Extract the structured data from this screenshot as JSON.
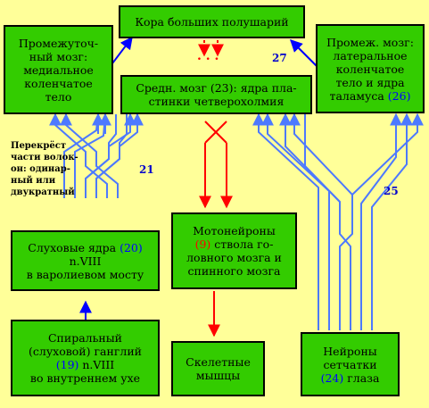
{
  "boxes": {
    "cortex": "Кора больших полушарий",
    "left_top": [
      "Промежуточ-",
      "ный мозг:",
      "медиальное",
      "коленчатое",
      "тело"
    ],
    "right_top": {
      "lines": [
        "Промеж. мозг:",
        "латеральное",
        "коленчатое",
        "тело и ядра"
      ],
      "last_prefix": "таламуса ",
      "num": "(26)"
    },
    "midbrain": [
      "Средн. мозг (23): ядра пла-",
      "стинки четверохолмия"
    ],
    "auditory_nuclei": {
      "line1_prefix": "Слуховые ядра ",
      "line1_num": "(20)",
      "line2": "n.VIII",
      "line3": "в варолиевом мосту"
    },
    "motoneurons": {
      "line1": "Мотонейроны",
      "line2_num": "(9)",
      "line2_rest": " ствола го-",
      "line3": "ловного мозга и",
      "line4": "спинного мозга"
    },
    "spiral_ganglion": {
      "line1": "Спиральный",
      "line2": "(слуховой) ганглий",
      "line3_num": "(19)",
      "line3_rest": " n.VIII",
      "line4": "во внутреннем ухе"
    },
    "muscles": [
      "Скелетные",
      "мышцы"
    ],
    "retina": {
      "line1": "Нейроны",
      "line2": "сетчатки",
      "line3_num": "(24)",
      "line3_rest": " глаза"
    }
  },
  "note": [
    "Перекрёст",
    "части волок-",
    "он: одинар-",
    "ный или",
    "двукратный"
  ],
  "numbers": {
    "n21": "21",
    "n25": "25",
    "n27": "27"
  },
  "colors": {
    "background": "#ffff99",
    "box": "#33cc00",
    "auditory_path": "#0000ff",
    "visual_path": "#3366ff",
    "motor_path": "#ff0000"
  }
}
